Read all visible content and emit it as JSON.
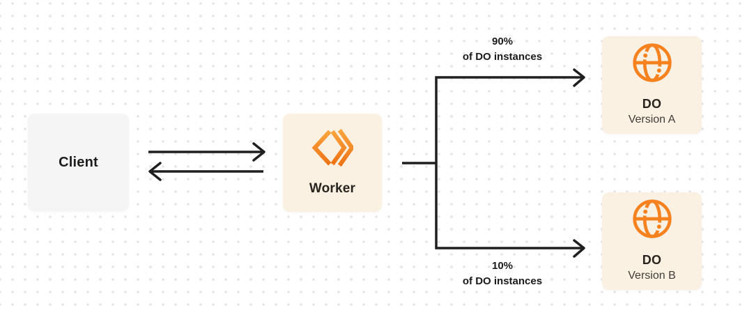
{
  "diagram": {
    "nodes": {
      "client": {
        "label": "Client"
      },
      "worker": {
        "label": "Worker",
        "icon": "workers-chevrons-icon"
      },
      "do_a": {
        "title": "DO",
        "subtitle": "Version A",
        "icon": "globe-icon"
      },
      "do_b": {
        "title": "DO",
        "subtitle": "Version B",
        "icon": "globe-icon"
      }
    },
    "branches": {
      "top": {
        "percent": "90%",
        "caption": "of DO instances"
      },
      "bottom": {
        "percent": "10%",
        "caption": "of DO instances"
      }
    },
    "colors": {
      "accent_orange": "#F6821F",
      "accent_orange_light": "#F8A43E",
      "accent_orange_dark": "#EE7315",
      "box_cream": "#FBF1E2",
      "box_gray": "#F5F5F6",
      "line": "#1F1F1F",
      "text_dark": "#1D1C1A",
      "text_secondary": "#3F3C38",
      "dot_grid": "#E4E4E6",
      "background": "#FFFFFF"
    }
  }
}
